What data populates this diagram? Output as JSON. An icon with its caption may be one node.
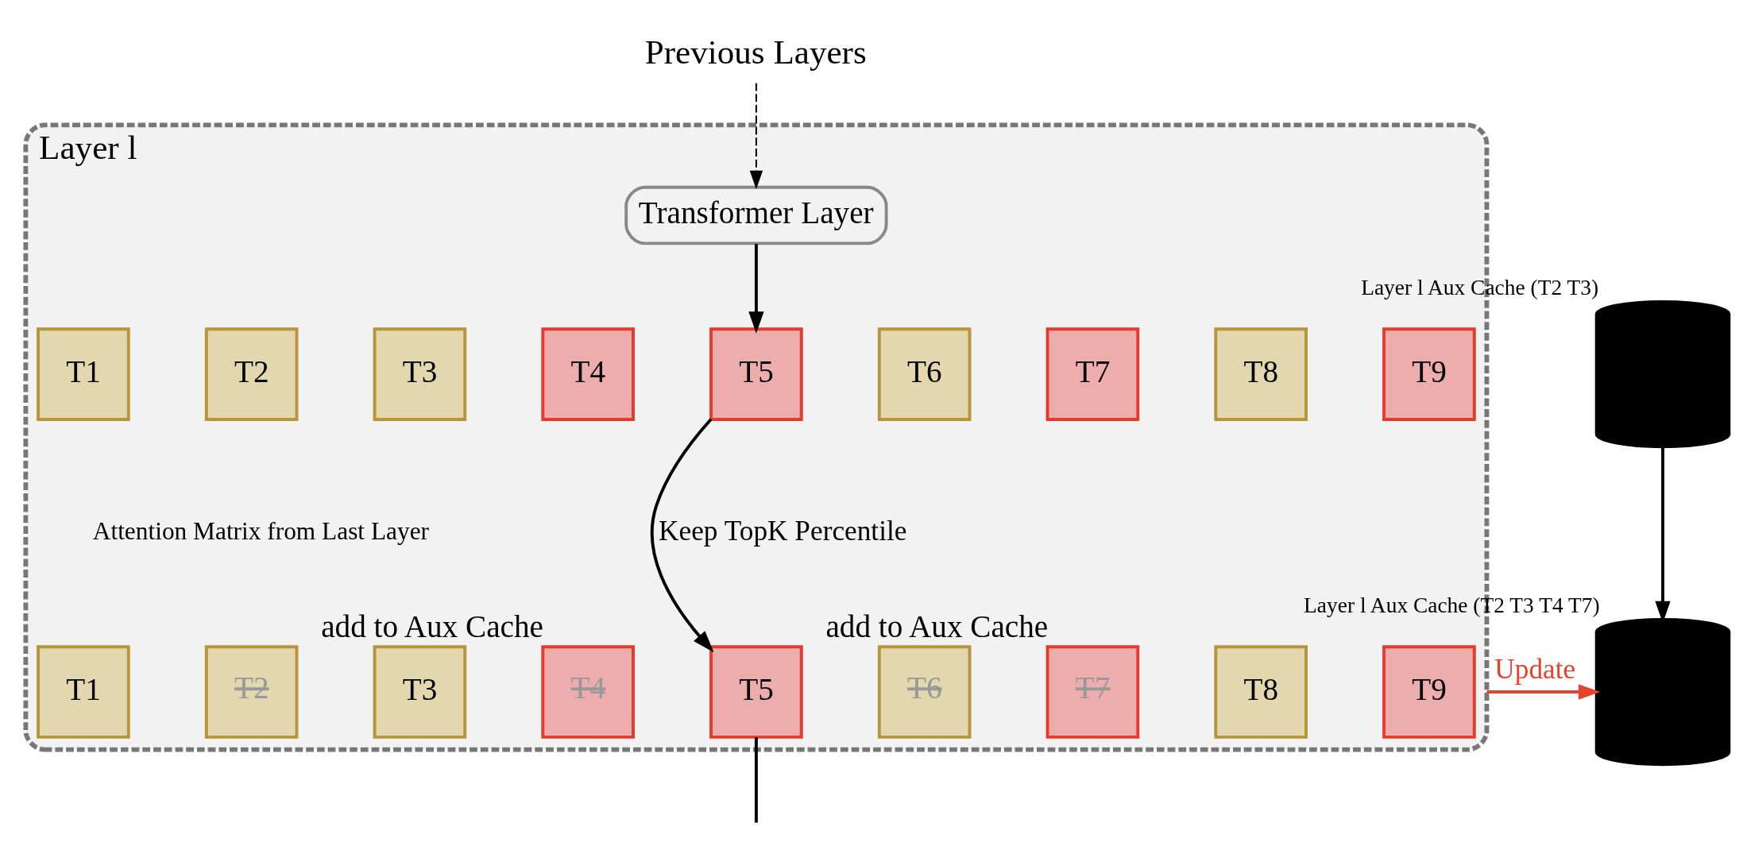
{
  "diagram": {
    "nodes": [
      {
        "text": [
          "Previous Layers"
        ]
      },
      {
        "text": [
          "Layer l"
        ]
      },
      {
        "text": [
          "Transformer Layer"
        ],
        "in": 1
      },
      {
        "text": [
          "T1"
        ],
        "in": 1
      },
      {
        "text": [
          "T2"
        ],
        "in": 1
      },
      {
        "text": [
          "T3"
        ],
        "in": 1
      },
      {
        "text": [
          "T4"
        ],
        "in": 1
      },
      {
        "text": [
          "T5"
        ],
        "in": 1
      },
      {
        "text": [
          "T6"
        ],
        "in": 1
      },
      {
        "text": [
          "T7"
        ],
        "in": 1
      },
      {
        "text": [
          "T8"
        ],
        "in": 1
      },
      {
        "text": [
          "T9"
        ],
        "in": 1
      },
      {
        "text": [
          "T1"
        ],
        "in": 1
      },
      {
        "text": [
          "T2"
        ],
        "in": 1
      },
      {
        "text": [
          "T3"
        ],
        "in": 1
      },
      {
        "text": [
          "T4"
        ],
        "in": 1,
        "beside": [
          "add to Aux Cache"
        ]
      },
      {
        "text": [
          "T5"
        ],
        "in": 1
      },
      {
        "text": [
          "T6"
        ],
        "in": 1
      },
      {
        "text": [
          "T7"
        ],
        "in": 1,
        "beside": [
          "add to Aux Cache"
        ]
      },
      {
        "text": [
          "T8"
        ],
        "in": 1
      },
      {
        "text": [
          "T9"
        ],
        "in": 1
      },
      {
        "text": [],
        "shape": "cylinder",
        "beside": [
          "Layer l Aux Cache (T2 T3)"
        ]
      },
      {
        "text": [],
        "shape": "cylinder",
        "beside": [
          "Layer l Aux Cache (T2 T3 T4 T7)"
        ]
      }
    ],
    "edges": [
      {
        "from": 0,
        "to": 2,
        "arrow": "to",
        "style": "dashed"
      },
      {
        "from": 2,
        "to": 7,
        "arrow": "to"
      },
      {
        "from": 7,
        "to": 16,
        "arrow": "to",
        "label": "Keep TopK Percentile"
      },
      {
        "from": 16,
        "to": null,
        "arrow": "none"
      },
      {
        "from": 1,
        "to": 22,
        "arrow": "to",
        "label": "Update",
        "color": "#e8412c"
      },
      {
        "from": 21,
        "to": 22,
        "arrow": "to"
      }
    ],
    "labels": [
      "Attention Matrix from Last Layer"
    ]
  }
}
